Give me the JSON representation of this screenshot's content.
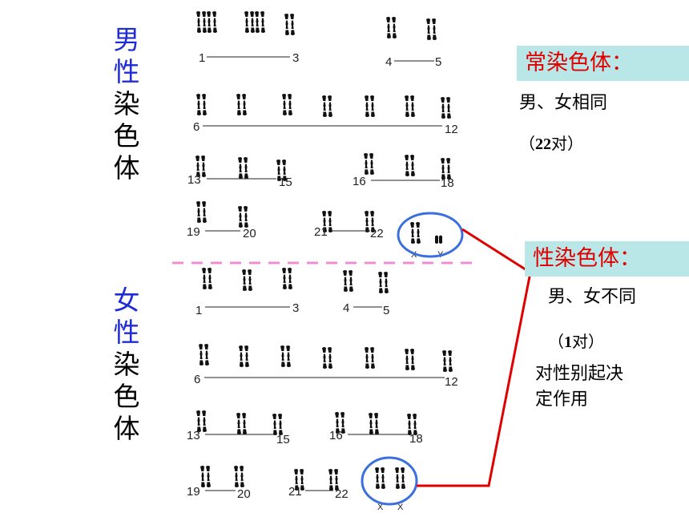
{
  "male_title": [
    "男",
    "性",
    "染",
    "色",
    "体"
  ],
  "female_title": [
    "女",
    "性",
    "染",
    "色",
    "体"
  ],
  "autosome": {
    "heading": "常染色体：",
    "line1": "男、女相同",
    "paren_open": "（",
    "count": "22",
    "paren_close": "对）"
  },
  "sex_chromosome": {
    "heading": "性染色体：",
    "line1": "男、女不同",
    "paren_open": "（",
    "count": "1",
    "paren_close": "对）",
    "line3": "对性别起决",
    "line4": "定作用"
  },
  "numbers": {
    "n1": "1",
    "n3": "3",
    "n4": "4",
    "n5": "5",
    "n6": "6",
    "n12": "12",
    "n13": "13",
    "n15": "15",
    "n16": "16",
    "n18": "18",
    "n19": "19",
    "n20": "20",
    "n21": "21",
    "n22": "22"
  },
  "sex_labels": {
    "x": "X",
    "y": "Y"
  },
  "colors": {
    "highlight_box": "#b9e6e6",
    "heading_red": "#e00000",
    "title_blue": "#1f2bd6",
    "circle": "#3b6fe0",
    "connector": "#e00000",
    "divider": "#f08cd0"
  }
}
